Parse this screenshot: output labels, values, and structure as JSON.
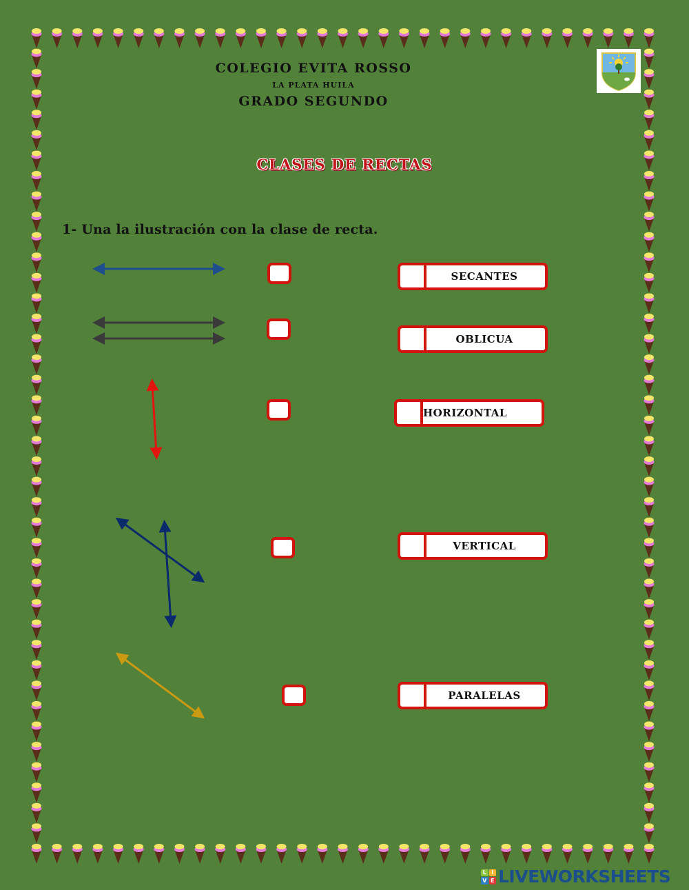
{
  "page": {
    "background_color": "#52813a",
    "border": {
      "icon": "ice-cream-cone-icon",
      "cone_colors": {
        "scoop_top": "#f4e66a",
        "scoop_bottom": "#e27ad8",
        "cone": "#5a2f1a"
      }
    }
  },
  "header": {
    "school": "COLEGIO EVITA ROSSO",
    "city": "LA PLATA HUILA",
    "grade": "GRADO SEGUNDO",
    "logo_icon": "school-shield-logo-icon"
  },
  "title": "CLASES DE RECTAS",
  "instruction": "1- Una la ilustración con la clase de recta.",
  "illustrations": [
    {
      "id": 1,
      "type": "horizontal-line",
      "color": "#1f4e8c"
    },
    {
      "id": 2,
      "type": "parallel-lines",
      "color": "#3a3a3a"
    },
    {
      "id": 3,
      "type": "vertical-line",
      "color": "#e3150f"
    },
    {
      "id": 4,
      "type": "intersecting-lines",
      "color": "#0b2a6b"
    },
    {
      "id": 5,
      "type": "oblique-line",
      "color": "#c99a12"
    }
  ],
  "answers": [
    {
      "label": "SECANTES"
    },
    {
      "label": "OBLICUA"
    },
    {
      "label": "HORIZONTAL"
    },
    {
      "label": "VERTICAL"
    },
    {
      "label": "PARALELAS"
    }
  ],
  "accent_color": "#d2140e",
  "watermark": {
    "badge_letters": [
      "L",
      "I",
      "V",
      "E"
    ],
    "badge_colors": [
      "#8cc63f",
      "#f7b32b",
      "#2f80c3",
      "#e2363b"
    ],
    "text": "LIVEWORKSHEETS"
  }
}
